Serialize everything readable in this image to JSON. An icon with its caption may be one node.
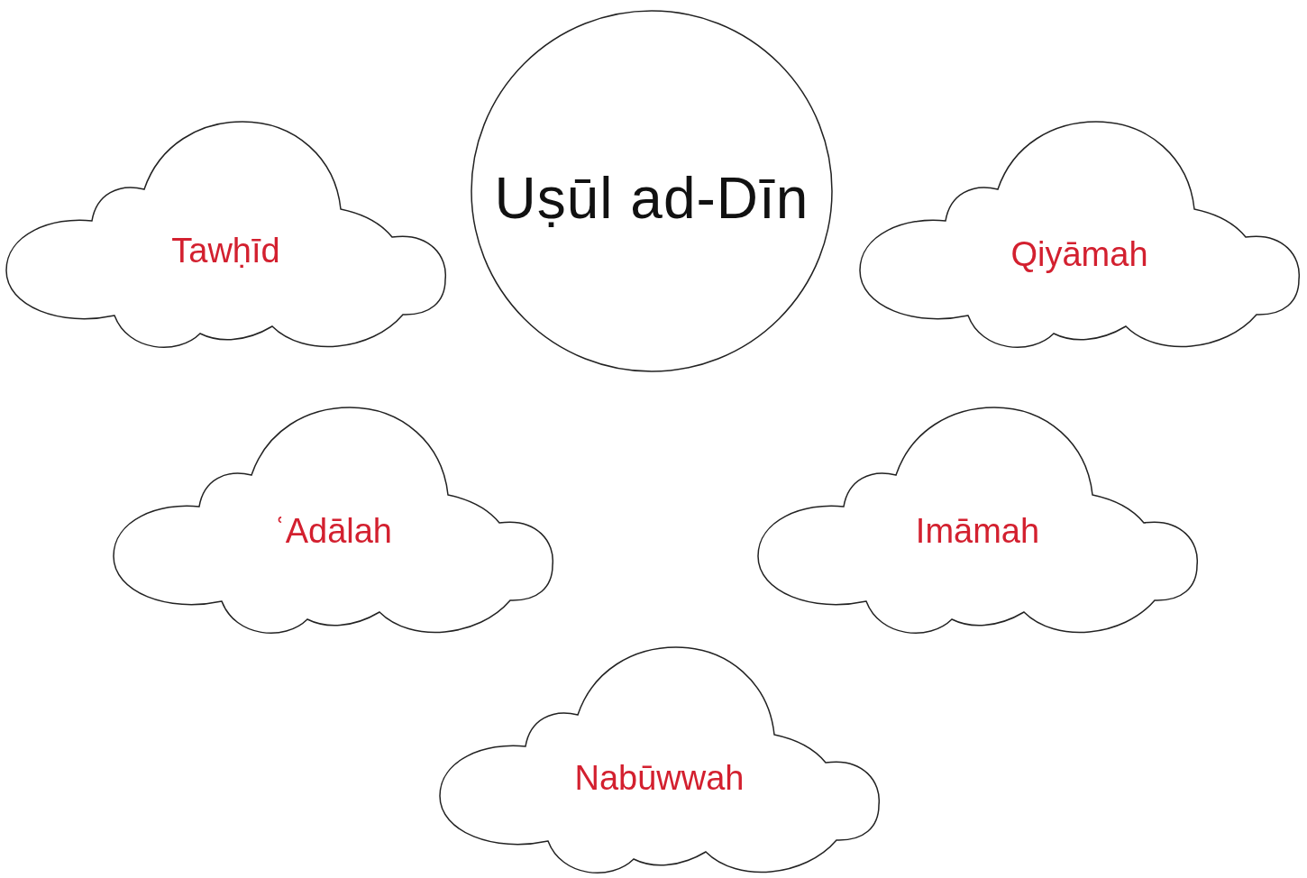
{
  "diagram": {
    "nodes": [
      {
        "text": [
          "Tawḥīd"
        ]
      },
      {
        "text": [
          "Uṣūl ad-Dīn"
        ]
      },
      {
        "text": [
          "Qiyāmah"
        ]
      },
      {
        "text": [
          "ʿAdālah"
        ]
      },
      {
        "text": [
          "Imāmah"
        ]
      },
      {
        "text": [
          "Nabūwwah"
        ]
      }
    ]
  }
}
